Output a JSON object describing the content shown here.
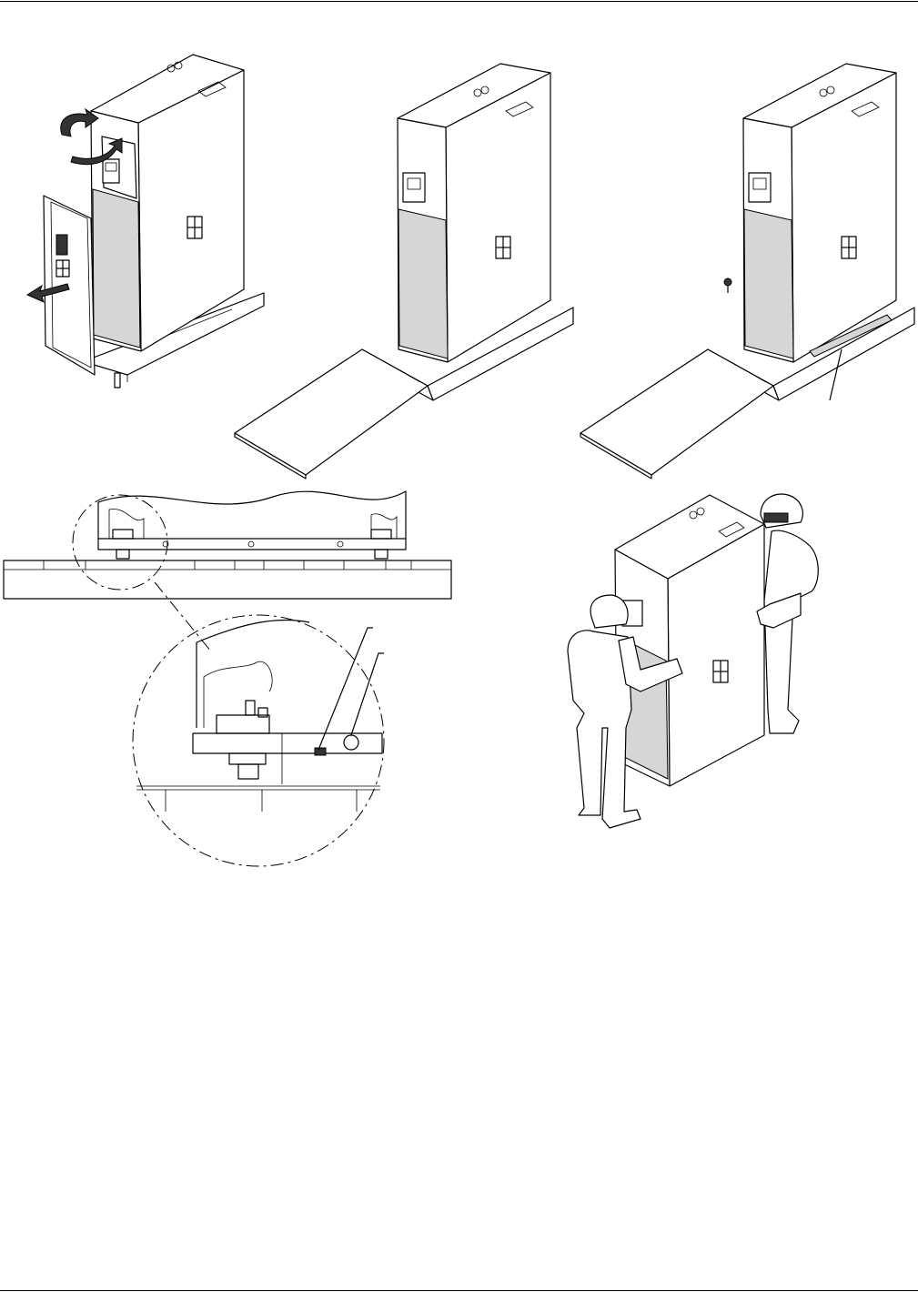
{
  "page": {
    "header_rule": "top-border",
    "footer_rule": "bottom-border"
  },
  "figures": [
    {
      "id": "fig1",
      "icon": "open-front-door-and-remove-panel"
    },
    {
      "id": "fig2",
      "icon": "ramp-attached-to-pallet"
    },
    {
      "id": "fig3",
      "icon": "remove-bolts-from-bracket"
    },
    {
      "id": "fig4",
      "icon": "bracket-bolt-detail"
    },
    {
      "id": "fig5",
      "icon": "two-person-lift"
    }
  ],
  "colors": {
    "line": "#000000",
    "panel_shade": "#d6d6d6",
    "arrow_fill": "#333333"
  }
}
